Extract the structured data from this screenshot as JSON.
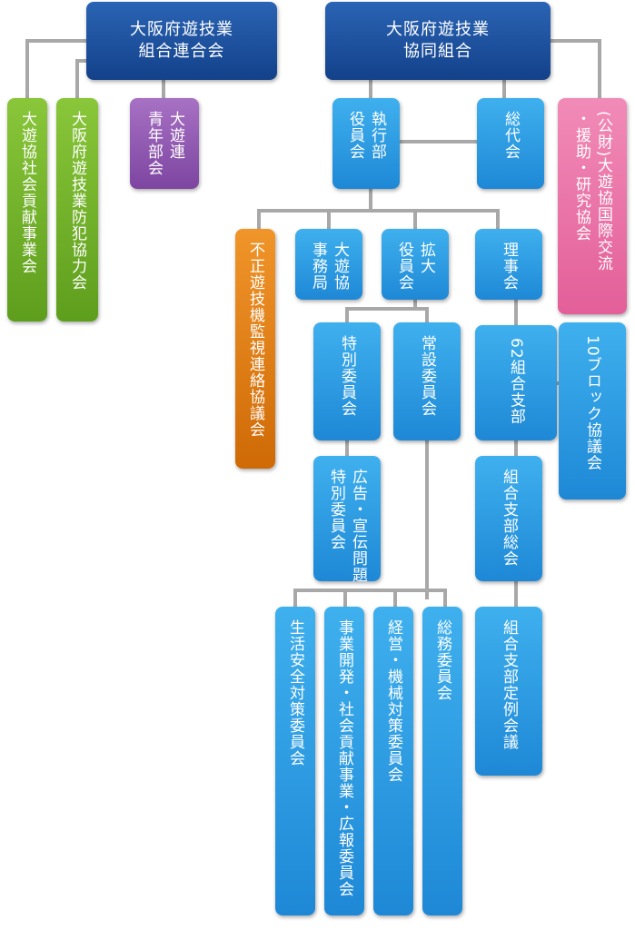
{
  "federation": {
    "line1": "大阪府遊技業",
    "line2": "組合連合会"
  },
  "cooperative": {
    "line1": "大阪府遊技業",
    "line2": "協同組合"
  },
  "boxes": {
    "social_contribution": "大遊協社会貢献事業会",
    "crime_prevention": "大阪府遊技業防犯協力会",
    "youth": "大遊連\n青年部会",
    "executive": "執行部\n役員会",
    "general_assembly": "総代会",
    "international": "(公財)大遊協国際交流\n・援助・研究協会",
    "fraud_liaison": "不正遊技機監視連絡協議会",
    "secretariat": "大遊協\n事務局",
    "expanded_board": "拡大\n役員会",
    "board": "理事会",
    "special_committee": "特別委員会",
    "standing_committee": "常設委員会",
    "branches": "62組合支部",
    "block_council": "10ブロック協議会",
    "pr_committee": "広告・宣伝問題\n特別委員会",
    "branch_general": "組合支部総会",
    "branch_regular": "組合支部定例会議",
    "safety_committee": "生活安全対策委員会",
    "business_committee": "事業開発・社会貢献事業・広報委員会",
    "management_committee": "経営・機械対策委員会",
    "general_affairs": "総務委員会"
  },
  "colors": {
    "navy": "#1a4f9c",
    "blue": "#2b9be3",
    "green": "#6aac23",
    "purple": "#8d53ad",
    "pink": "#e8699f",
    "orange": "#de7a12",
    "connector": "#a8a8a8"
  }
}
